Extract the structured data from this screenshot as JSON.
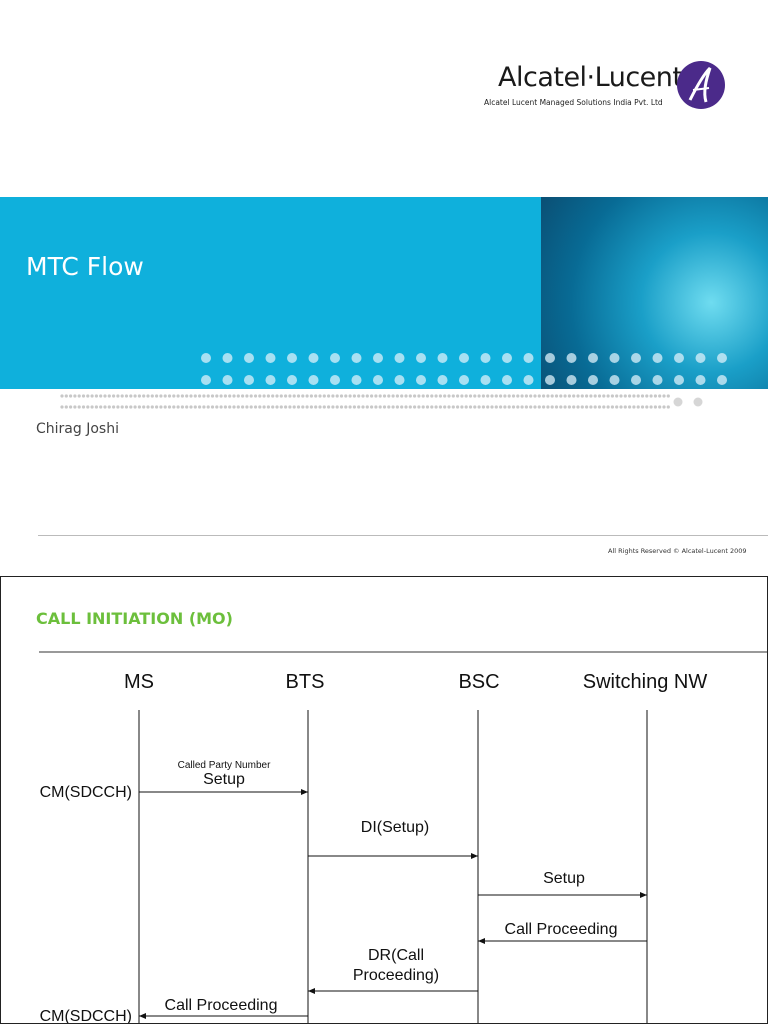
{
  "slide1": {
    "logo": {
      "wordmark": "Alcatel·Lucent",
      "subtitle": "Alcatel Lucent Managed Solutions India Pvt. Ltd",
      "colors": {
        "mark": "#4b2a8a"
      }
    },
    "title": "MTC Flow",
    "author": "Chirag Joshi",
    "copyright": "All Rights Reserved © Alcatel-Lucent 2009",
    "colors": {
      "banner": "#0fb0dc"
    }
  },
  "slide2": {
    "title": "CALL INITIATION (MO)",
    "lanes": [
      "MS",
      "BTS",
      "BSC",
      "Switching NW"
    ],
    "messages": [
      {
        "label": "Setup",
        "note": "Called Party Number",
        "from": 0,
        "to": 1
      },
      {
        "label": "DI(Setup)",
        "from": 1,
        "to": 2
      },
      {
        "label": "Setup",
        "from": 2,
        "to": 3
      },
      {
        "label": "Call Proceeding",
        "from": 3,
        "to": 2
      },
      {
        "label": "DR(Call",
        "label2": "Proceeding)",
        "from": 2,
        "to": 1
      },
      {
        "label": "Call Proceeding",
        "from": 1,
        "to": 0
      }
    ],
    "side_labels": [
      "CM(SDCCH)",
      "CM(SDCCH)"
    ],
    "colors": {
      "title": "#6cbf3c"
    }
  }
}
